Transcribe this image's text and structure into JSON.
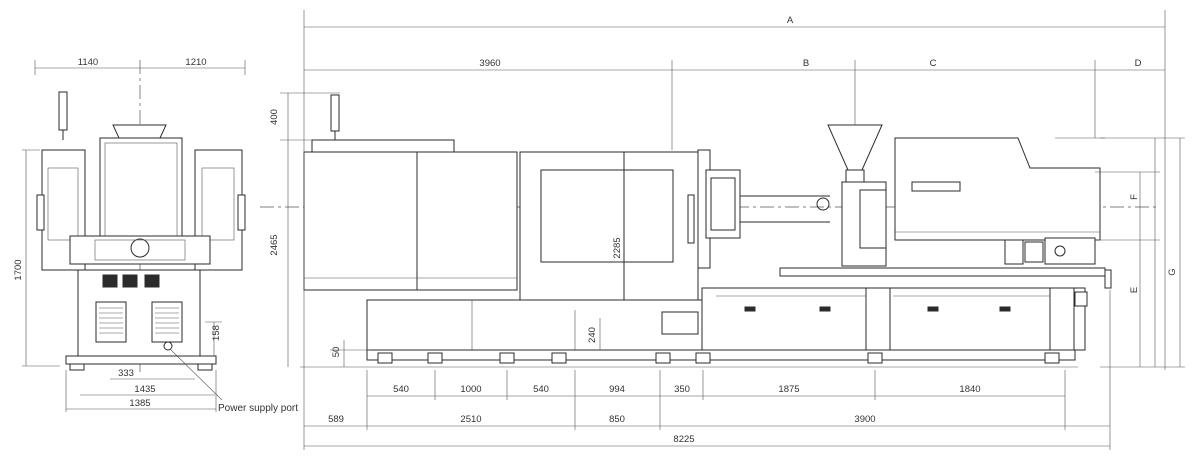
{
  "front_view": {
    "dims": {
      "top_left": "1140",
      "top_right": "1210",
      "height_left": "1700",
      "side_158": "158",
      "bottom_333": "333",
      "bottom_1435": "1435",
      "bottom_1385": "1385"
    },
    "callout": "Power supply port"
  },
  "side_view": {
    "letters": {
      "A": "A",
      "B": "B",
      "C": "C",
      "D": "D",
      "E": "E",
      "F": "F",
      "G": "G"
    },
    "dims": {
      "top_3960": "3960",
      "left_400": "400",
      "left_2465": "2465",
      "mid_2285": "2285",
      "mid_240": "240",
      "left_50": "50",
      "row1": [
        "540",
        "1000",
        "540",
        "994",
        "350",
        "1875",
        "1840"
      ],
      "row2": [
        "589",
        "2510",
        "850",
        "3900"
      ],
      "total": "8225"
    }
  },
  "colors": {
    "line": "#2b2b2b",
    "text": "#333333",
    "background": "#ffffff"
  }
}
